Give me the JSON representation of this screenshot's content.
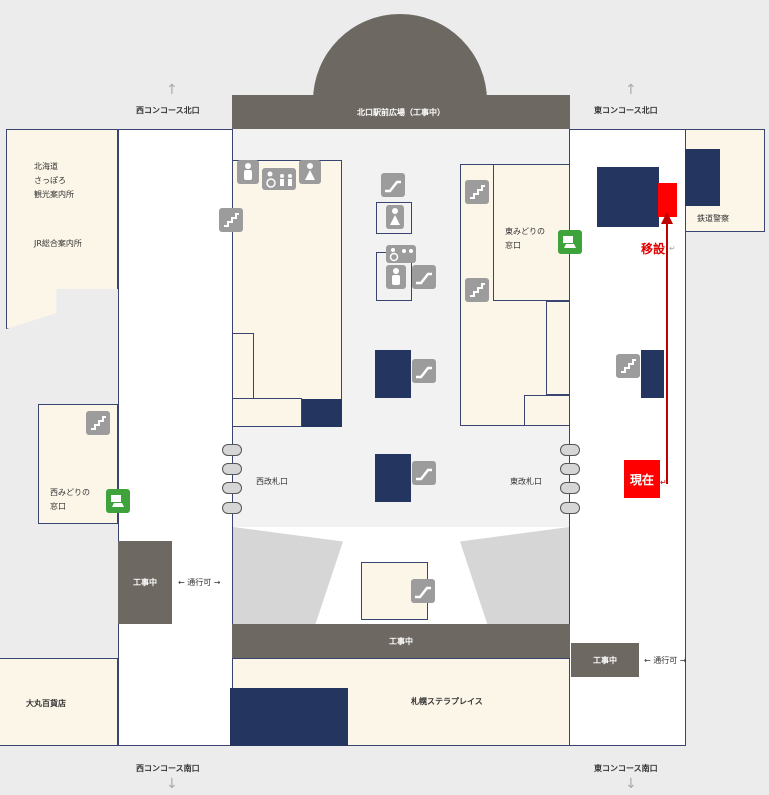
{
  "top": {
    "west_concourse_north": "西コンコース北口",
    "east_concourse_north": "東コンコース北口",
    "north_plaza": "北口駅前広場（工事中）"
  },
  "bottom": {
    "west_concourse_south": "西コンコース南口",
    "east_concourse_south": "東コンコース南口"
  },
  "west": {
    "tourist_info_1": "北海道",
    "tourist_info_2": "さっぽろ",
    "tourist_info_3": "観光案内所",
    "jr_info": "JR総合案内所",
    "midori_1": "西みどりの",
    "midori_2": "窓口"
  },
  "east": {
    "midori_1": "東みどりの",
    "midori_2": "窓口",
    "police": "鉄道警察"
  },
  "gates": {
    "west": "西改札口",
    "east": "東改札口"
  },
  "construction": {
    "label": "工事中",
    "passable": "← 通行可 →"
  },
  "stores": {
    "daimaru": "大丸百貨店",
    "stellar": "札幌ステラプレイス"
  },
  "annotations": {
    "moved": "移設",
    "current": "現在",
    "return_mark": "↵"
  },
  "icons": {
    "up": "↑",
    "down": "↓"
  },
  "colors": {
    "highlight": "#ff0000",
    "navy": "#24365f",
    "room": "#fcf6e8",
    "construction": "#6e6863"
  }
}
